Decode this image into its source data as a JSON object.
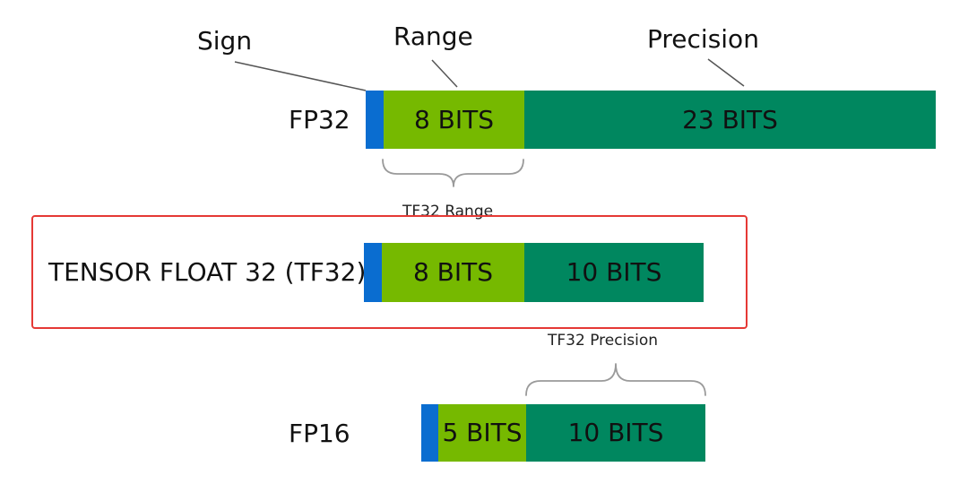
{
  "annotations": {
    "sign": "Sign",
    "range": "Range",
    "precision": "Precision",
    "tf32_range": "TF32 Range",
    "tf32_precision": "TF32 Precision"
  },
  "formats": {
    "fp32": {
      "label": "FP32",
      "exponent_label": "8 BITS",
      "mantissa_label": "23 BITS"
    },
    "tf32": {
      "label": "TENSOR FLOAT 32 (TF32)",
      "exponent_label": "8 BITS",
      "mantissa_label": "10 BITS"
    },
    "fp16": {
      "label": "FP16",
      "exponent_label": "5 BITS",
      "mantissa_label": "10 BITS"
    }
  },
  "colors": {
    "sign": "#0a6dd0",
    "exponent": "#76b900",
    "mantissa": "#00875f",
    "highlight": "#e53935"
  }
}
